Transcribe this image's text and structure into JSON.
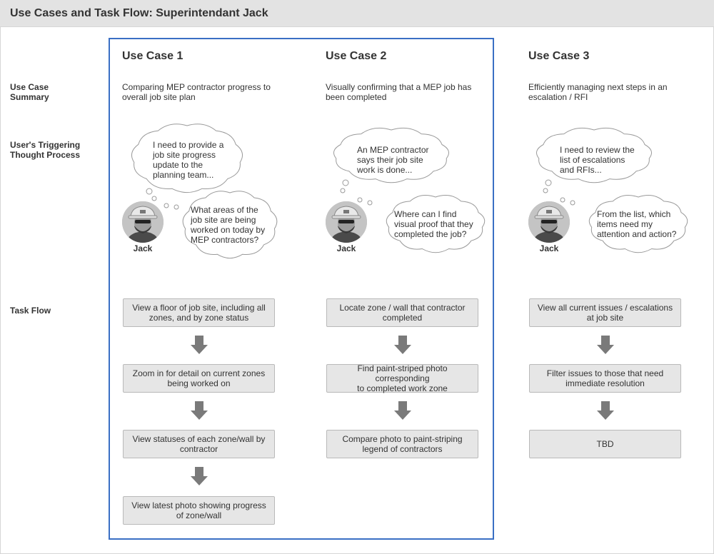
{
  "header": {
    "title": "Use Cases and Task Flow: Superintendant Jack"
  },
  "row_labels": {
    "summary_line1": "Use Case",
    "summary_line2": "Summary",
    "trigger_line1": "User's Triggering",
    "trigger_line2": "Thought Process",
    "task_flow": "Task Flow"
  },
  "use_cases": [
    {
      "title": "Use Case 1",
      "summary": [
        "Comparing MEP contractor progress to",
        "overall job site plan"
      ],
      "thought1": [
        "I need to provide a",
        "job site progress",
        "update to the",
        "planning team..."
      ],
      "thought2": [
        "What areas of the",
        "job site are being",
        "worked on today by",
        "MEP contractors?"
      ],
      "persona": "Jack",
      "steps": [
        [
          "View a floor of job site, including all",
          "zones, and by zone status"
        ],
        [
          "Zoom in for detail on current zones",
          "being worked on"
        ],
        [
          "View statuses of each zone/wall by",
          "contractor"
        ],
        [
          "View latest photo showing progress",
          "of zone/wall"
        ]
      ]
    },
    {
      "title": "Use Case 2",
      "summary": [
        "Visually confirming that a MEP job has",
        "been completed"
      ],
      "thought1": [
        "An MEP contractor",
        "says their job site",
        "work is done..."
      ],
      "thought2": [
        "Where can I find",
        "visual proof that they",
        "completed the job?"
      ],
      "persona": "Jack",
      "steps": [
        [
          "Locate zone / wall that contractor",
          "completed"
        ],
        [
          "Find paint-striped photo corresponding",
          "to completed work zone"
        ],
        [
          "Compare photo to paint-striping",
          "legend of contractors"
        ]
      ]
    },
    {
      "title": "Use Case 3",
      "summary": [
        "Efficiently managing next steps in an",
        "escalation / RFI"
      ],
      "thought1": [
        "I need to review the",
        "list of escalations",
        "and RFIs..."
      ],
      "thought2": [
        "From the list, which",
        "items need my",
        "attention and action?"
      ],
      "persona": "Jack",
      "steps": [
        [
          "View all current issues / escalations",
          "at job site"
        ],
        [
          "Filter issues to those that need",
          "immediate resolution"
        ],
        [
          "TBD"
        ]
      ]
    }
  ],
  "colors": {
    "highlight_border": "#3a6fc4",
    "step_fill": "#e6e6e6",
    "arrow": "#7a7a7a",
    "title_bar": "#e3e3e3"
  },
  "icons": {
    "arrow": "down-arrow-icon",
    "avatar": "person-avatar-icon"
  }
}
